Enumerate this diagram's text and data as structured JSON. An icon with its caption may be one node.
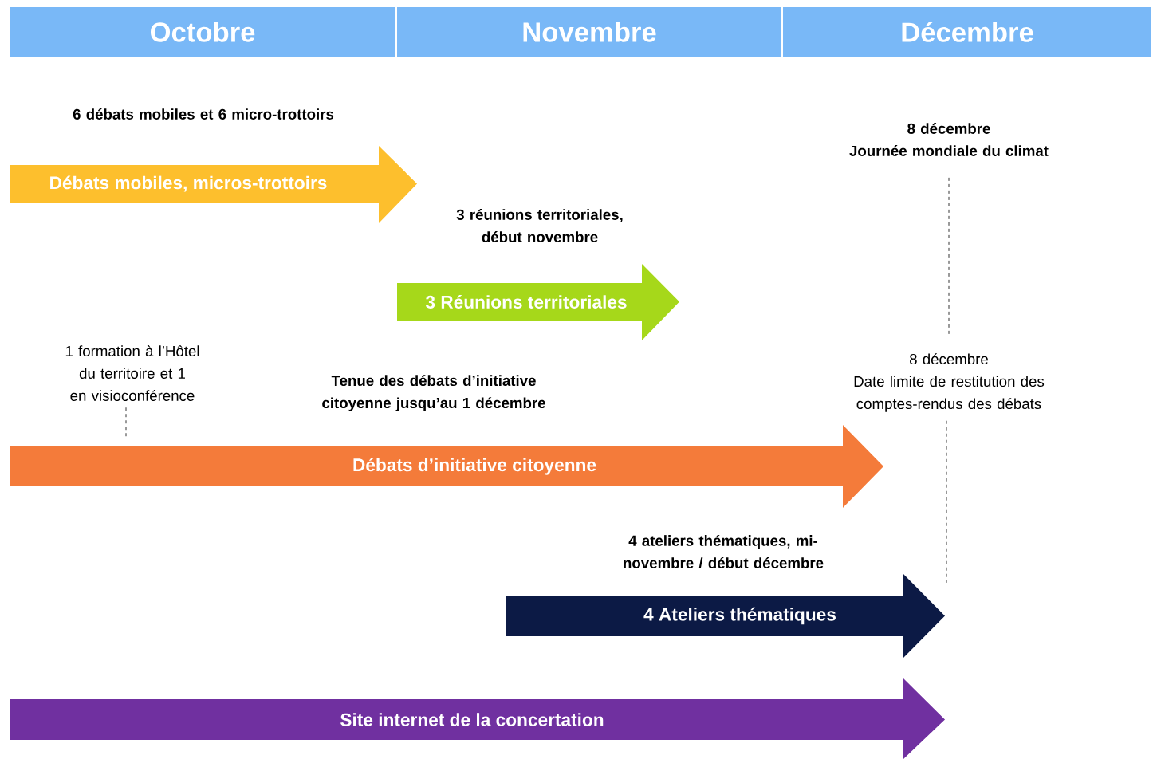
{
  "diagram": {
    "nodes": [
      {
        "text": [
          "Octobre"
        ]
      },
      {
        "text": [
          "Novembre"
        ]
      },
      {
        "text": [
          "Décembre"
        ]
      },
      {
        "text": [
          "Débats mobiles, micros-trottoirs"
        ],
        "beside": [
          "6 débats mobiles et 6 micro-trottoirs"
        ]
      },
      {
        "text": [
          "8 décembre",
          "Journée mondiale du climat"
        ]
      },
      {
        "text": [
          "3 Réunions territoriales"
        ],
        "beside": [
          "3 réunions territoriales, début novembre"
        ]
      },
      {
        "text": [
          "1 formation à l’Hôtel du territoire et 1 en visioconférence"
        ]
      },
      {
        "text": [
          "8 décembre",
          "Date limite de restitution des comptes-rendus des débats"
        ]
      },
      {
        "text": [
          "Débats d’initiative citoyenne"
        ],
        "beside": [
          "Tenue des débats d’initiative citoyenne jusqu’au 1 décembre"
        ]
      },
      {
        "text": [
          "4 Ateliers thématiques"
        ],
        "beside": [
          "4 ateliers thématiques, mi-novembre / début décembre"
        ]
      },
      {
        "text": [
          "Site internet de la concertation"
        ]
      }
    ],
    "edges": [
      {
        "from": 6,
        "to": 8,
        "arrow": "none",
        "style": "dashed"
      },
      {
        "from": 4,
        "to": 7,
        "arrow": "none",
        "style": "dashed"
      },
      {
        "from": 7,
        "to": 9,
        "arrow": "none",
        "style": "dashed"
      }
    ]
  }
}
